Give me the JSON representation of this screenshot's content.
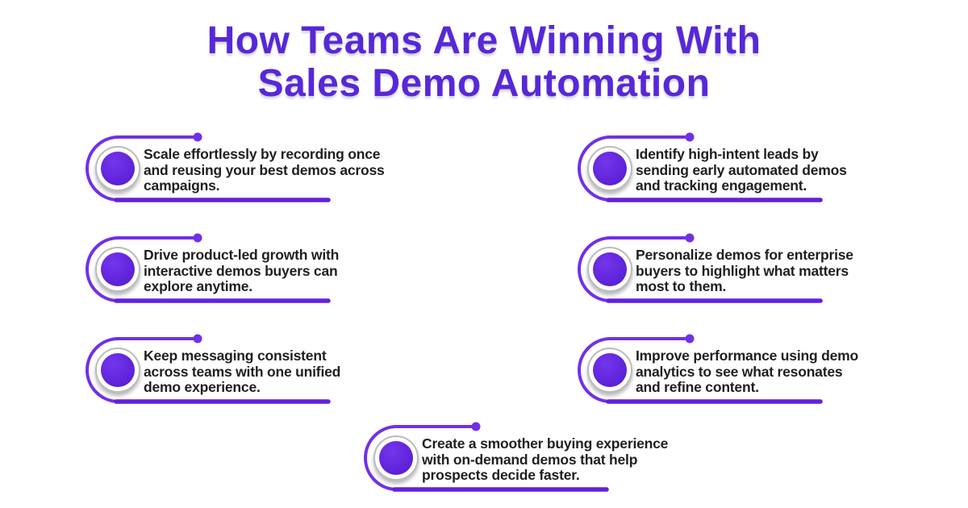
{
  "title": {
    "lines": [
      "How Teams Are Winning With",
      "Sales Demo Automation"
    ]
  },
  "items": [
    {
      "lines": [
        "Scale effortlessly by recording once",
        "and reusing your best demos across",
        "campaigns."
      ]
    },
    {
      "lines": [
        "Identify high-intent leads by",
        "sending early automated demos",
        "and tracking engagement."
      ]
    },
    {
      "lines": [
        "Drive product-led growth with",
        "interactive demos buyers can",
        "explore anytime."
      ]
    },
    {
      "lines": [
        "Personalize demos for enterprise",
        "buyers to highlight what matters",
        "most to them."
      ]
    },
    {
      "lines": [
        "Keep messaging consistent",
        "across teams with one unified",
        "demo experience."
      ]
    },
    {
      "lines": [
        "Improve performance using demo",
        "analytics to see what resonates",
        "and refine content."
      ]
    },
    {
      "lines": [
        "Create a smoother buying experience",
        "with on-demand demos that help",
        "prospects decide faster."
      ]
    }
  ],
  "colors": {
    "background": "#ffffff",
    "title": "#5728d8",
    "connector_top": "#7030e8",
    "connector_bottom": "#6320dc",
    "bullet_fill": "#5b1fd6",
    "bullet_ring": "#bcbcbc",
    "text": "#1f1f1f"
  }
}
